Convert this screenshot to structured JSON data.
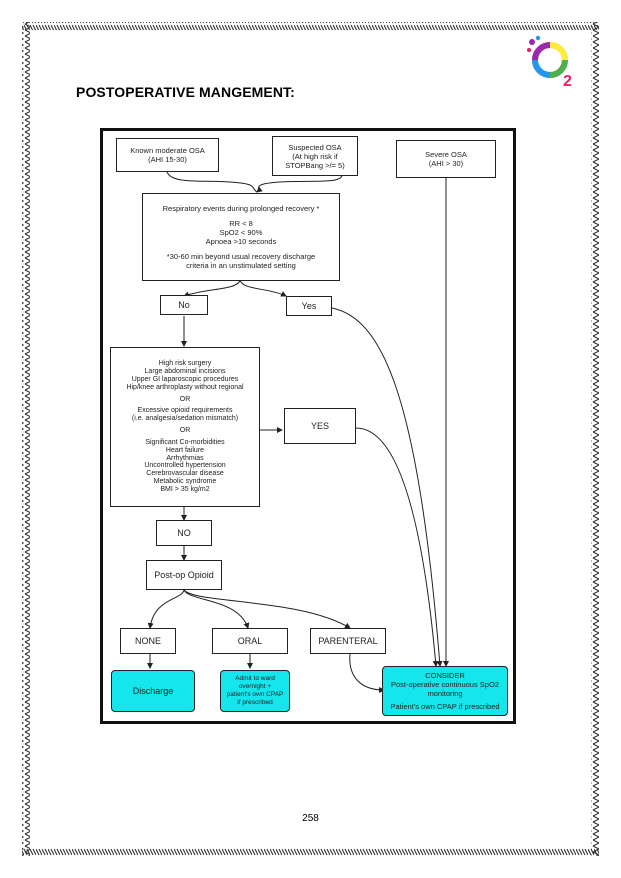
{
  "heading": "POSTOPERATIVE MANGEMENT:",
  "page_number": "258",
  "logo": {
    "icon": "o2-logo-icon",
    "colors": [
      "#e91e63",
      "#ff9800",
      "#ffeb3b",
      "#4caf50",
      "#2196f3",
      "#9c27b0"
    ]
  },
  "border": {
    "icon": "zigzag-border-icon",
    "color": "#333333"
  },
  "colors": {
    "accent_box": "#14e6ec",
    "line": "#222222"
  },
  "flowchart": {
    "known_moderate": [
      "Known moderate OSA",
      "(AHI 15-30)"
    ],
    "suspected": [
      "Suspected OSA",
      "(At high risk if",
      "STOPBang >/= 5)"
    ],
    "severe": [
      "Severe OSA",
      "(AHI > 30)"
    ],
    "respiratory": {
      "title": "Respiratory events during prolonged recovery *",
      "criteria": [
        "RR < 8",
        "SpO2 < 90%",
        "Apnoea >10 seconds"
      ],
      "note": [
        "*30-60 min beyond usual recovery discharge",
        "criteria in an unstimulated setting"
      ]
    },
    "no1": "No",
    "yes1": "Yes",
    "risk": {
      "group1": [
        "High risk surgery",
        "Large abdominal incisions",
        "Upper GI laparoscopic procedures",
        "Hip/knee arthroplasty without regional"
      ],
      "or1": "OR",
      "group2": [
        "Excessive opioid requirements",
        "(i.e. analgesia/sedation mismatch)"
      ],
      "or2": "OR",
      "group3": [
        "Significant Co-morbidities",
        "Heart failure",
        "Arrhythmias",
        "Uncontrolled hypertension",
        "Cerebrovascular disease",
        "Metabolic syndrome",
        "BMI > 35 kg/m2"
      ]
    },
    "yes2": "YES",
    "no2": "NO",
    "postop": "Post-op Opioid",
    "none": "NONE",
    "oral": "ORAL",
    "parenteral": "PARENTERAL",
    "discharge": "Discharge",
    "admit": [
      "Admit to ward",
      "overnight +",
      "patient's own CPAP",
      "if prescribed"
    ],
    "consider": {
      "title": "CONSIDER",
      "lines": [
        "Post-operative continuous SpO2",
        "monitoring"
      ],
      "cpap": "Patient's own CPAP if prescribed"
    }
  }
}
